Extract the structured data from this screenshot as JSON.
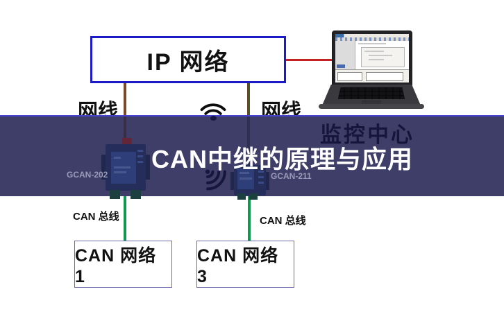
{
  "banner": {
    "title": "CAN中继的原理与应用",
    "bg_color": "#3e3e68",
    "top_border_color": "#4343d4",
    "title_color": "#ffffff"
  },
  "nodes": {
    "ip_network": {
      "label": "IP 网络"
    },
    "can_network_1": {
      "label": "CAN 网络 1"
    },
    "can_network_3": {
      "label": "CAN 网络 3"
    },
    "monitor_center": {
      "label": "监控中心"
    }
  },
  "devices": {
    "left_repeater": {
      "label": "GCAN-202"
    },
    "right_repeater": {
      "label": "GCAN-211"
    }
  },
  "edges": {
    "net_cable_left": {
      "label": "网线"
    },
    "net_cable_right": {
      "label": "网线"
    },
    "can_bus_left": {
      "label": "CAN 总线"
    },
    "can_bus_right": {
      "label": "CAN 总线"
    }
  },
  "icons": {
    "wifi_top": "wifi-icon",
    "wifi_tilted": "wifi-icon"
  },
  "colors": {
    "ip_box_border": "#1b1bc8",
    "can_box_border": "#6868aa",
    "wire_red": "#c42222",
    "wire_brown": "#7a4a26",
    "wire_olive": "#3e5e2e",
    "wire_green": "#10994e"
  }
}
